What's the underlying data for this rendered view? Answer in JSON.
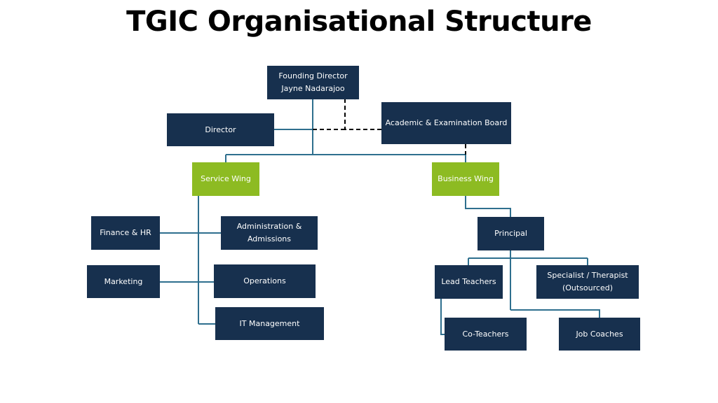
{
  "title": "TGIC Organisational Structure",
  "nodes": {
    "founding_director": {
      "line1": "Founding Director",
      "line2": "Jayne Nadarajoo"
    },
    "director": {
      "label": "Director"
    },
    "academic_board": {
      "label": "Academic & Examination Board"
    },
    "service_wing": {
      "label": "Service Wing"
    },
    "business_wing": {
      "label": "Business Wing"
    },
    "finance_hr": {
      "label": "Finance & HR"
    },
    "admin_admissions": {
      "label": "Administration & Admissions"
    },
    "marketing": {
      "label": "Marketing"
    },
    "operations": {
      "label": "Operations"
    },
    "it_management": {
      "label": "IT Management"
    },
    "principal": {
      "label": "Principal"
    },
    "lead_teachers": {
      "label": "Lead Teachers"
    },
    "specialist": {
      "line1": "Specialist / Therapist",
      "line2": "(Outsourced)"
    },
    "co_teachers": {
      "label": "Co-Teachers"
    },
    "job_coaches": {
      "label": "Job Coaches"
    }
  },
  "colors": {
    "box": "#17304e",
    "wing": "#8dbb22",
    "connector": "#2e6f8e",
    "dashed": "#000000",
    "text": "#ffffff"
  }
}
